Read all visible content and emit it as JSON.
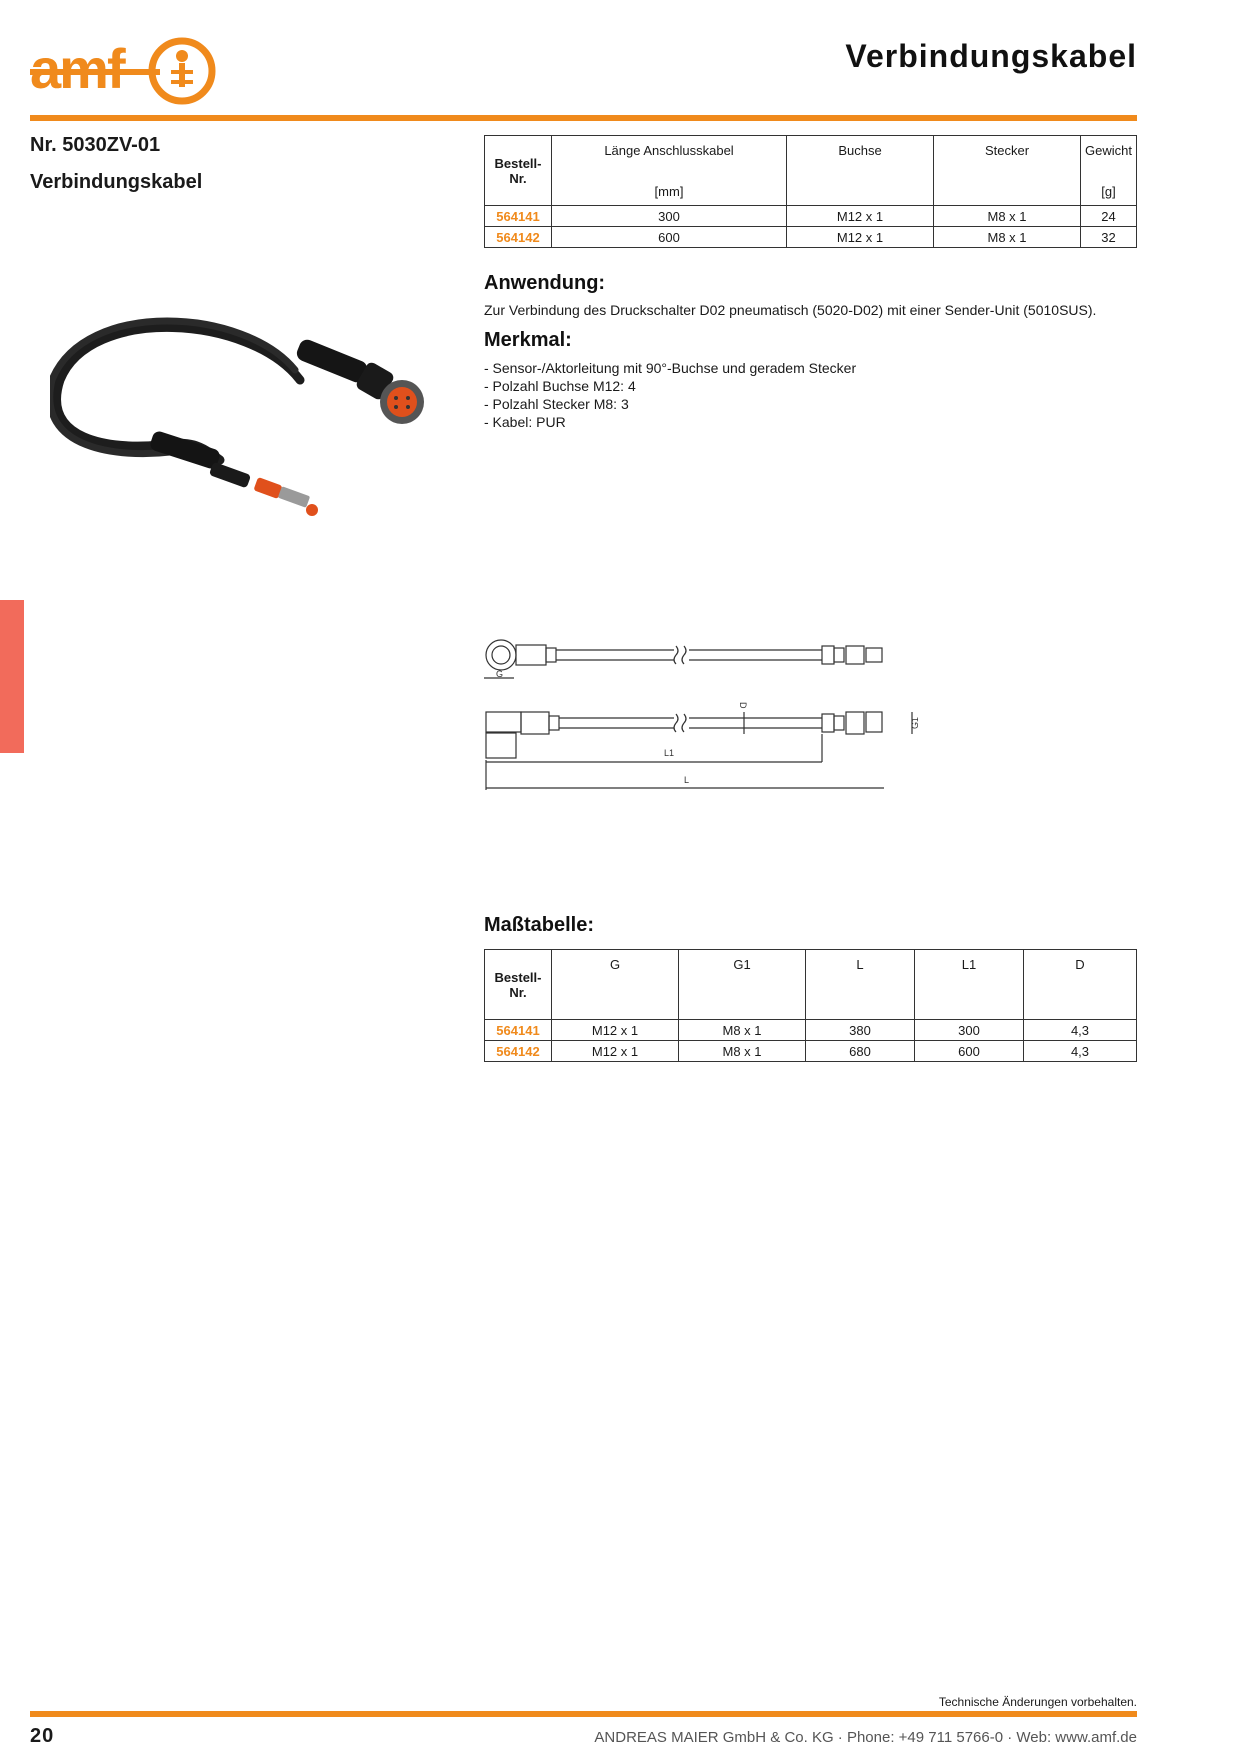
{
  "brand": {
    "logo_text": "amf",
    "accent_color": "#f08a1c",
    "tab_color": "#f26b5b"
  },
  "header": {
    "title": "Verbindungskabel"
  },
  "product": {
    "number": "Nr. 5030ZV-01",
    "name": "Verbindungskabel"
  },
  "spec_table": {
    "col_order": "Bestell-\nNr.",
    "cols": [
      {
        "label": "Länge Anschlusskabel",
        "unit": "[mm]"
      },
      {
        "label": "Buchse",
        "unit": ""
      },
      {
        "label": "Stecker",
        "unit": ""
      },
      {
        "label": "Gewicht",
        "unit": "[g]"
      }
    ],
    "rows": [
      {
        "order": "564141",
        "values": [
          "300",
          "M12 x 1",
          "M8 x 1",
          "24"
        ]
      },
      {
        "order": "564142",
        "values": [
          "600",
          "M12 x 1",
          "M8 x 1",
          "32"
        ]
      }
    ]
  },
  "anwendung": {
    "heading": "Anwendung:",
    "text": "Zur Verbindung des Druckschalter D02 pneumatisch (5020-D02) mit einer Sender-Unit (5010SUS)."
  },
  "merkmal": {
    "heading": "Merkmal:",
    "items": [
      "- Sensor-/Aktorleitung mit 90°-Buchse und geradem Stecker",
      "- Polzahl Buchse M12: 4",
      "- Polzahl Stecker M8: 3",
      "- Kabel: PUR"
    ]
  },
  "drawing": {
    "label_g": "G",
    "label_d": "D",
    "label_g1": "G1",
    "label_l1": "L1",
    "label_l": "L"
  },
  "mass_table": {
    "heading": "Maßtabelle:",
    "col_order": "Bestell-\nNr.",
    "cols": [
      "G",
      "G1",
      "L",
      "L1",
      "D"
    ],
    "rows": [
      {
        "order": "564141",
        "values": [
          "M12 x 1",
          "M8 x 1",
          "380",
          "300",
          "4,3"
        ]
      },
      {
        "order": "564142",
        "values": [
          "M12 x 1",
          "M8 x 1",
          "680",
          "600",
          "4,3"
        ]
      }
    ]
  },
  "footer": {
    "note": "Technische Änderungen vorbehalten.",
    "page_number": "20",
    "company": "ANDREAS MAIER GmbH & Co. KG · Phone: +49 711 5766-0 · Web: www.amf.de"
  }
}
